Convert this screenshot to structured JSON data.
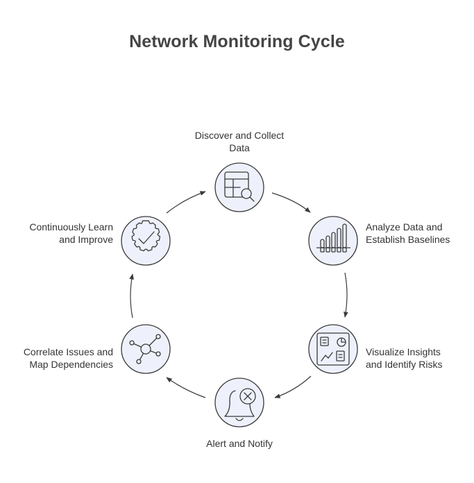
{
  "title": "Network Monitoring Cycle",
  "colors": {
    "node_fill": "#eef1fb",
    "node_stroke": "#3a3a3a",
    "arrow": "#3a3a3a",
    "text": "#333333"
  },
  "steps": [
    {
      "lines": [
        "Discover and Collect",
        "Data"
      ],
      "icon": "table-search-icon"
    },
    {
      "lines": [
        "Analyze Data and",
        "Establish Baselines"
      ],
      "icon": "bar-chart-icon"
    },
    {
      "lines": [
        "Visualize Insights",
        "and Identify Risks"
      ],
      "icon": "dashboard-icon"
    },
    {
      "lines": [
        "Alert and Notify"
      ],
      "icon": "bell-alert-icon"
    },
    {
      "lines": [
        "Correlate Issues and",
        "Map Dependencies"
      ],
      "icon": "network-hub-icon"
    },
    {
      "lines": [
        "Continuously Learn",
        "and Improve"
      ],
      "icon": "gear-check-icon"
    }
  ]
}
